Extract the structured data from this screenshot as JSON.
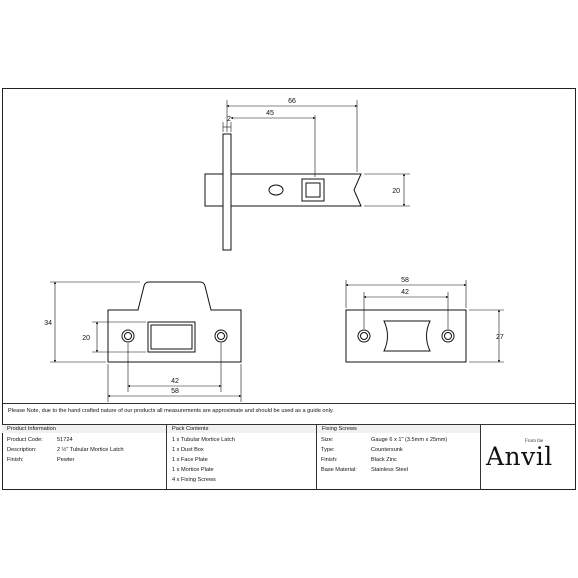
{
  "dimensions": {
    "top_view": {
      "overall": "66",
      "to_hub": "45",
      "faceplate": "2",
      "height": "20"
    },
    "front_view": {
      "height": "34",
      "inner_height": "20",
      "hole_centres": "42",
      "width": "58"
    },
    "side_view": {
      "width": "58",
      "hole_centres": "42",
      "height": "27"
    }
  },
  "note": "Please Note, due to the hand crafted nature of our products all measurements are approximate and should be used as a guide only.",
  "table": {
    "product_info": {
      "header": "Product Information",
      "rows": [
        {
          "label": "Product Code:",
          "value": "51724"
        },
        {
          "label": "Description:",
          "value": "2 ½\" Tubular Mortice Latch"
        },
        {
          "label": "Finish:",
          "value": "Pewter"
        }
      ]
    },
    "pack_contents": {
      "header": "Pack Contents",
      "items": [
        "1 x Tubular Mortice Latch",
        "1 x Dust Box",
        "1 x Face Plate",
        "1 x Mortice Plate",
        "4 x Fixing Screws"
      ]
    },
    "fixing_screws": {
      "header": "Fixing Screws",
      "rows": [
        {
          "label": "Size:",
          "value": "Gauge 6 x 1\" (3.5mm x 25mm)"
        },
        {
          "label": "Type:",
          "value": "Countersunk"
        },
        {
          "label": "Finish:",
          "value": "Black Zinc"
        },
        {
          "label": "Base Material:",
          "value": "Stainless Steel"
        }
      ]
    }
  },
  "logo": {
    "small": "From the",
    "main": "Anvil"
  },
  "colors": {
    "line": "#222222",
    "header_bg": "#f1f1f1"
  }
}
